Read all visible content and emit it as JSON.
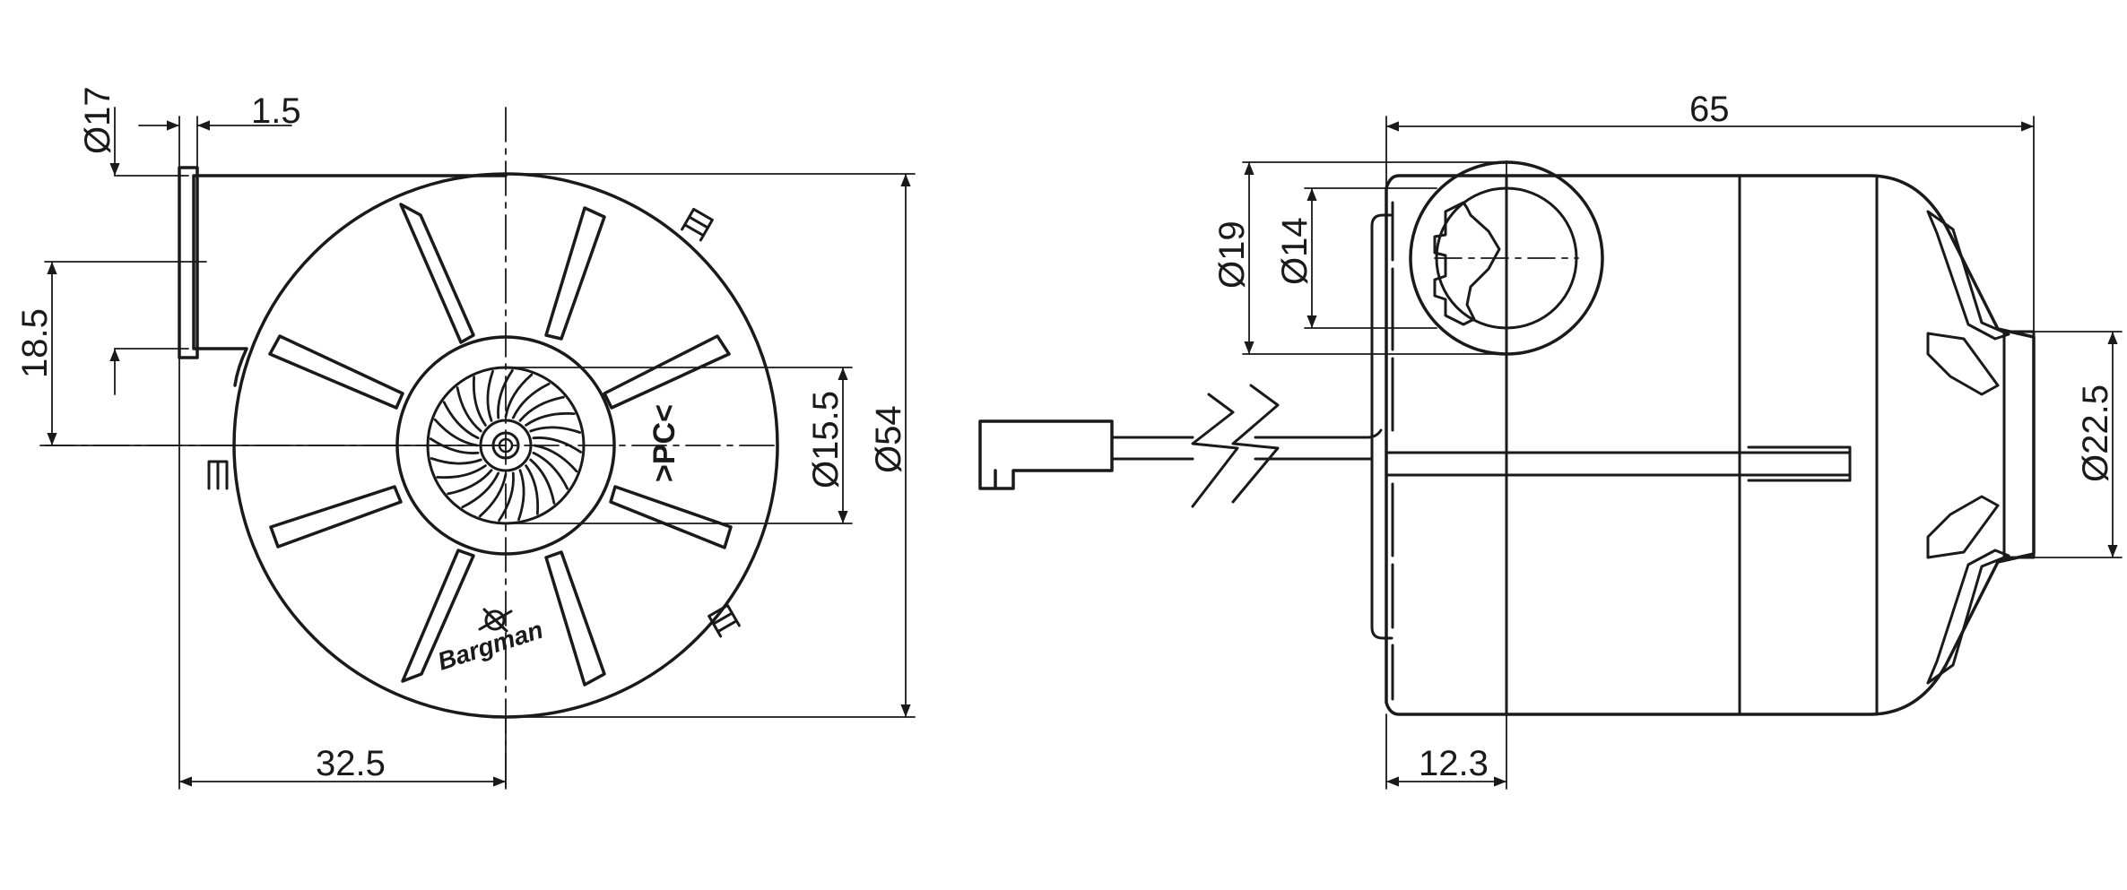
{
  "colors": {
    "line": "#1a1a1a",
    "background": "#ffffff"
  },
  "front_view": {
    "dimensions": {
      "flange_diameter": "Ø17",
      "flange_thickness": "1.5",
      "outlet_offset": "18.5",
      "hub_diameter": "Ø15.5",
      "housing_diameter": "Ø54",
      "inlet_to_center": "32.5"
    },
    "logo_text": "Bargman",
    "mark_text": ">PC<"
  },
  "side_view": {
    "dimensions": {
      "overall_length": "65",
      "outlet_outer_diameter": "Ø19",
      "outlet_inner_diameter": "Ø14",
      "shaft_end_diameter": "Ø22.5",
      "flange_offset": "12.3"
    }
  }
}
